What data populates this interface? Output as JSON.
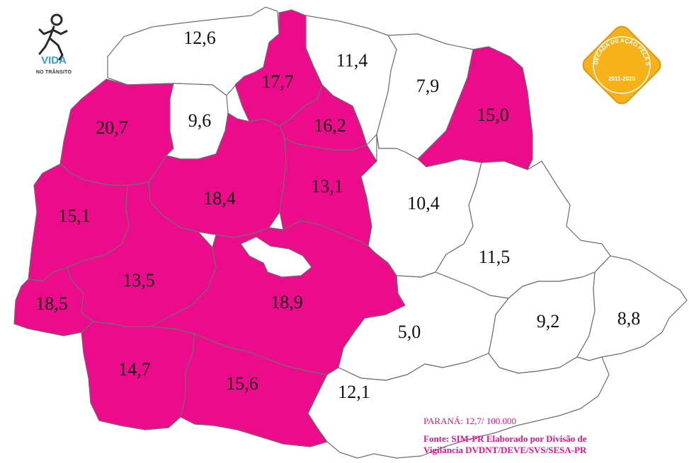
{
  "colors": {
    "highlight": "#ec0b8b",
    "default": "#ffffff",
    "border": "#6e6e6e",
    "footer_text": "#e8138c",
    "badge": "#f6b218"
  },
  "logo": {
    "icon": "runner-icon",
    "name": "VIDA",
    "subtitle": "NO TRÂNSITO"
  },
  "badge": {
    "icon": "diamond-badge",
    "arc_text": "DÉCADA DE AÇÃO PELA SEGURANÇA NO TRÂNSITO",
    "years": "2011-2020"
  },
  "regions": [
    {
      "id": "r1",
      "label": "12,6",
      "highlighted": false
    },
    {
      "id": "r2",
      "label": "17,7",
      "highlighted": true
    },
    {
      "id": "r3",
      "label": "11,4",
      "highlighted": false
    },
    {
      "id": "r4",
      "label": "7,9",
      "highlighted": false
    },
    {
      "id": "r5",
      "label": "15,0",
      "highlighted": true
    },
    {
      "id": "r6",
      "label": "20,7",
      "highlighted": true
    },
    {
      "id": "r7",
      "label": "9,6",
      "highlighted": false
    },
    {
      "id": "r8",
      "label": "16,2",
      "highlighted": true
    },
    {
      "id": "r9",
      "label": "18,4",
      "highlighted": true
    },
    {
      "id": "r10",
      "label": "13,1",
      "highlighted": true
    },
    {
      "id": "r11",
      "label": "10,4",
      "highlighted": false
    },
    {
      "id": "r12",
      "label": "15,1",
      "highlighted": true
    },
    {
      "id": "r13",
      "label": "11,5",
      "highlighted": false
    },
    {
      "id": "r14",
      "label": "13,5",
      "highlighted": true
    },
    {
      "id": "r15",
      "label": "18,5",
      "highlighted": true
    },
    {
      "id": "r16",
      "label": "18,9",
      "highlighted": true
    },
    {
      "id": "r17",
      "label": "9,2",
      "highlighted": false
    },
    {
      "id": "r18",
      "label": "8,8",
      "highlighted": false
    },
    {
      "id": "r19",
      "label": "5,0",
      "highlighted": false
    },
    {
      "id": "r20",
      "label": "14,7",
      "highlighted": true
    },
    {
      "id": "r21",
      "label": "15,6",
      "highlighted": true
    },
    {
      "id": "r22",
      "label": "12,1",
      "highlighted": false
    }
  ],
  "footer": {
    "total": "PARANÁ: 12,7/ 100.000",
    "source_line1": "Fonte: SIM-PR Elaborado por Divisão de",
    "source_line2": "Vigilância DVDNT/DEVE/SVS/SESA-PR"
  }
}
